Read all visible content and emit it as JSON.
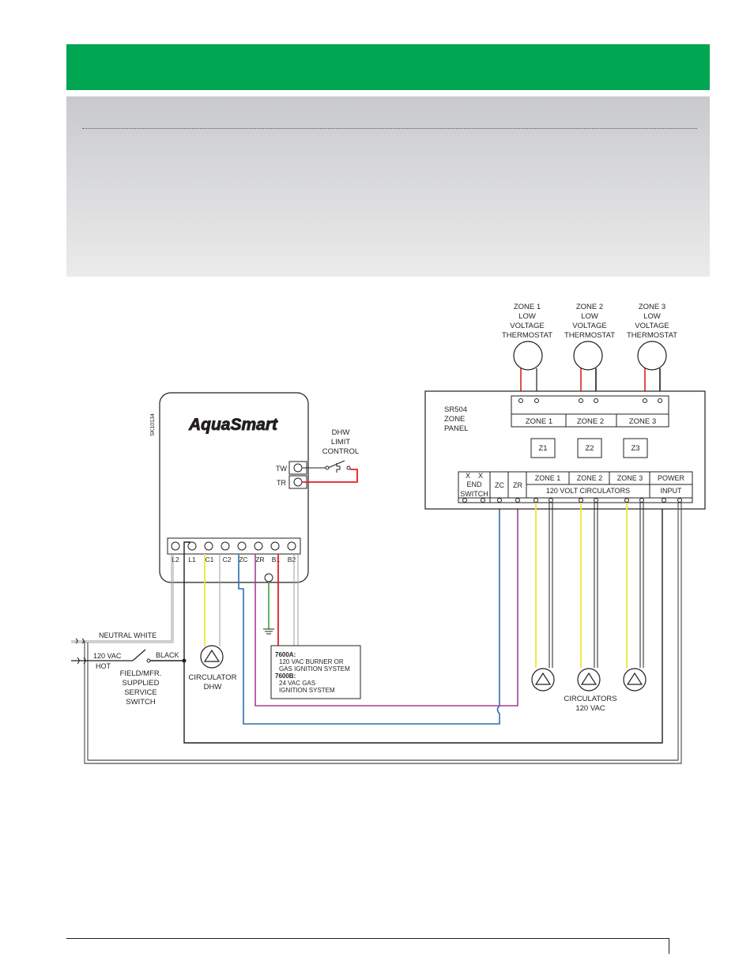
{
  "colors": {
    "header_green": "#00a651",
    "wire_red": "#e31e24",
    "wire_black": "#231f20",
    "wire_blue": "#2e6db4",
    "wire_purple": "#a4408d",
    "wire_yellow": "#f2e632",
    "wire_gray": "#9d9fa2",
    "wire_green": "#3aa935"
  },
  "aquasmart": {
    "logo": "AquaSmart",
    "part_number": "SK10134",
    "terminals": [
      "L2",
      "L1",
      "C1",
      "C2",
      "ZC",
      "ZR",
      "B1",
      "B2"
    ],
    "tw_label": "TW",
    "tr_label": "TR"
  },
  "dhw_limit": {
    "line1": "DHW",
    "line2": "LIMIT",
    "line3": "CONTROL"
  },
  "power": {
    "neutral": "NEUTRAL WHITE",
    "hot_vac": "120 VAC",
    "hot": "HOT",
    "black": "BLACK",
    "switch_lines": [
      "FIELD/MFR.",
      "SUPPLIED",
      "SERVICE",
      "SWITCH"
    ]
  },
  "dhw_circulator": {
    "line1": "CIRCULATOR",
    "line2": "DHW"
  },
  "note": {
    "title_a": "7600A:",
    "desc_a1": "120 VAC BURNER OR",
    "desc_a2": "GAS IGNITION SYSTEM",
    "title_b": "7600B:",
    "desc_b1": "24 VAC GAS",
    "desc_b2": "IGNITION SYSTEM"
  },
  "thermostats": [
    {
      "l1": "ZONE 1",
      "l2": "LOW",
      "l3": "VOLTAGE",
      "l4": "THERMOSTAT"
    },
    {
      "l1": "ZONE 2",
      "l2": "LOW",
      "l3": "VOLTAGE",
      "l4": "THERMOSTAT"
    },
    {
      "l1": "ZONE 3",
      "l2": "LOW",
      "l3": "VOLTAGE",
      "l4": "THERMOSTAT"
    }
  ],
  "zone_panel": {
    "line1": "SR504",
    "line2": "ZONE",
    "line3": "PANEL",
    "top_zones": [
      "ZONE 1",
      "ZONE 2",
      "ZONE 3"
    ],
    "indicators": [
      "Z1",
      "Z2",
      "Z3"
    ],
    "x_marks": "X    X",
    "end": "END",
    "switch": "SWITCH",
    "zc": "ZC",
    "zr": "ZR",
    "bottom_zones": [
      "ZONE 1",
      "ZONE 2",
      "ZONE 3"
    ],
    "power": "POWER",
    "circulators": "120 VOLT CIRCULATORS",
    "input": "INPUT"
  },
  "zone_circulators": {
    "line1": "CIRCULATORS",
    "line2": "120 VAC"
  }
}
